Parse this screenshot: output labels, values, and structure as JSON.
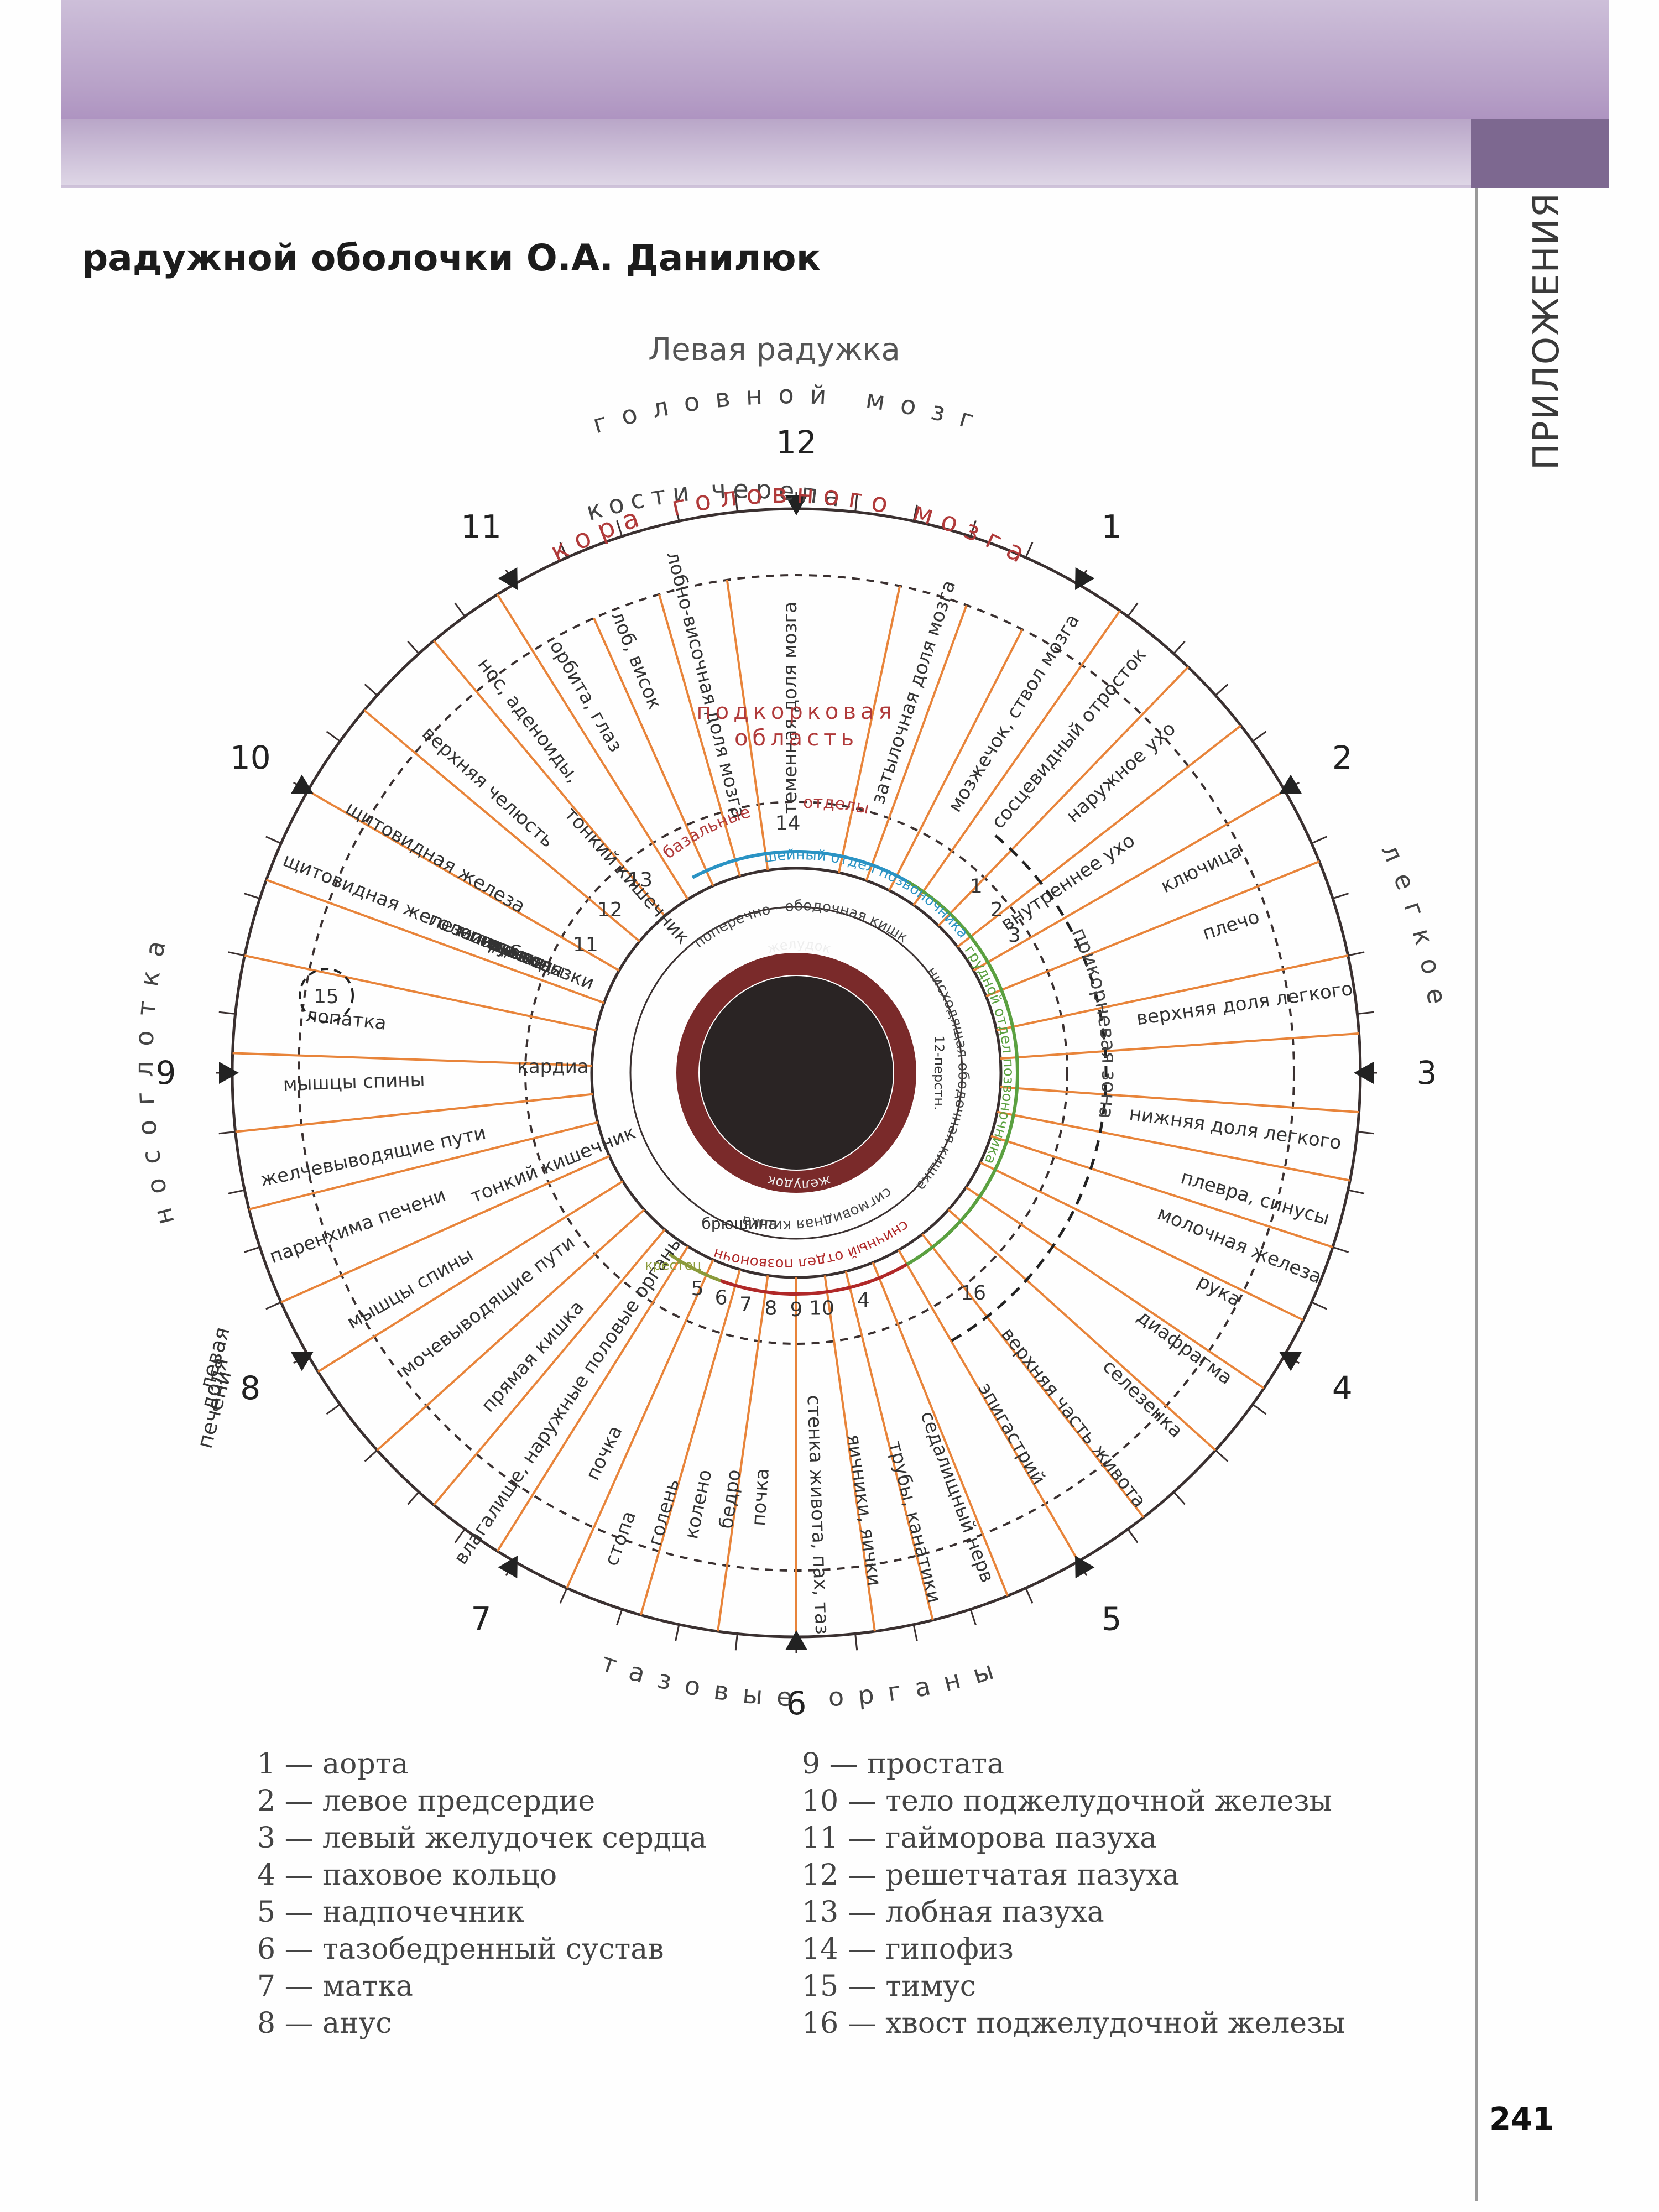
{
  "page_title": "радужной оболочки О.А. Данилюк",
  "section_label": "ПРИЛОЖЕНИЯ",
  "page_number": "241",
  "diagram_title": "Левая радужка",
  "outer_labels": {
    "top": "головной мозг",
    "right": "легкое",
    "bottom": "тазовые органы",
    "left": "носоглотка"
  },
  "clock_numbers": [
    "1",
    "2",
    "3",
    "4",
    "5",
    "6",
    "7",
    "8",
    "9",
    "10",
    "11",
    "12"
  ],
  "arc_labels": {
    "skull_bones": "кости черепа",
    "cortex_1": "кора",
    "cortex_2": "головного мозга",
    "subcortex": "подкорковая\nобласть",
    "basal": "базальные",
    "departments": "отделы",
    "cervical_spine": "шейный отдел позвоночника",
    "thoracic_spine": "грудной отдел позвоночника",
    "lumbar_spine": "поясничный отдел позвоночника",
    "sacrum": "крестец",
    "transverse_colon": "поперечно - ободочная кишка",
    "descending_colon": "нисходящая ободочная кишка",
    "sigmoid_colon": "сигмовидная кишка",
    "peritoneum": "брюшина",
    "root_zone": "прикорневая зона",
    "stomach_top": "желудок",
    "stomach_bottom": "желудок",
    "duodenum": "12-перстн.",
    "left_lobe_liver": "левая доля печени"
  },
  "sector_labels": [
    "теменная доля мозга",
    "затылочная доля мозга",
    "мозжечок, ствол мозга",
    "сосцевидный отросток",
    "наружное ухо",
    "внутреннее ухо",
    "ключица",
    "плечо",
    "верхняя доля легкого",
    "нижняя доля легкого",
    "плевра, синусы",
    "молочная железа",
    "рука",
    "диафрагма",
    "селезенка",
    "верхняя часть живота",
    "эпигастрий",
    "седалищный нерв",
    "трубы, канатики",
    "яичники, яички",
    "стенка живота, пах, таз",
    "почка",
    "бедро",
    "колено",
    "голень",
    "стопа",
    "почка",
    "влагалище, наружные половые органы",
    "прямая кишка",
    "мочевыводящие пути",
    "мышцы спины",
    "паренхима печени",
    "желчевыводящие пути",
    "мышцы спины",
    "лопатка",
    "щитовидная железа",
    "зубы",
    "миндалины",
    "язык",
    "голосовые связки",
    "пищевод",
    "трахея",
    "щитовидная железа",
    "верхняя челюсть",
    "нос, аденоиды,",
    "орбита, глаз",
    "лоб, висок",
    "лобно-височная доля мозга",
    "тонкий кишечник",
    "кардиа",
    "тонкий кишечник"
  ],
  "small_numbers": [
    "1",
    "2",
    "3",
    "4",
    "5",
    "6",
    "7",
    "8",
    "9",
    "10",
    "11",
    "12",
    "13",
    "14",
    "15",
    "16"
  ],
  "legend_left": [
    "1 — аорта",
    "2 — левое предсердие",
    "3 — левый желудочек сердца",
    "4 — паховое кольцо",
    "5 — надпочечник",
    "6 — тазобедренный сустав",
    "7 — матка",
    "8 — анус"
  ],
  "legend_right": [
    "9 — простата",
    "10 — тело поджелудочной железы",
    "11 — гайморова пазуха",
    "12 — решетчатая пазуха",
    "13 — лобная пазуха",
    "14 — гипофиз",
    "15 — тимус",
    "16 — хвост поджелудочной железы"
  ],
  "colors": {
    "ray": "#e8843a",
    "cortex_text": "#b03a3a",
    "cervical": "#2a93c4",
    "thoracic": "#5aa040",
    "lumbar": "#b02828",
    "sacrum": "#8a9a3a",
    "pupil": "#2a2424",
    "ring": "#3a3030"
  }
}
